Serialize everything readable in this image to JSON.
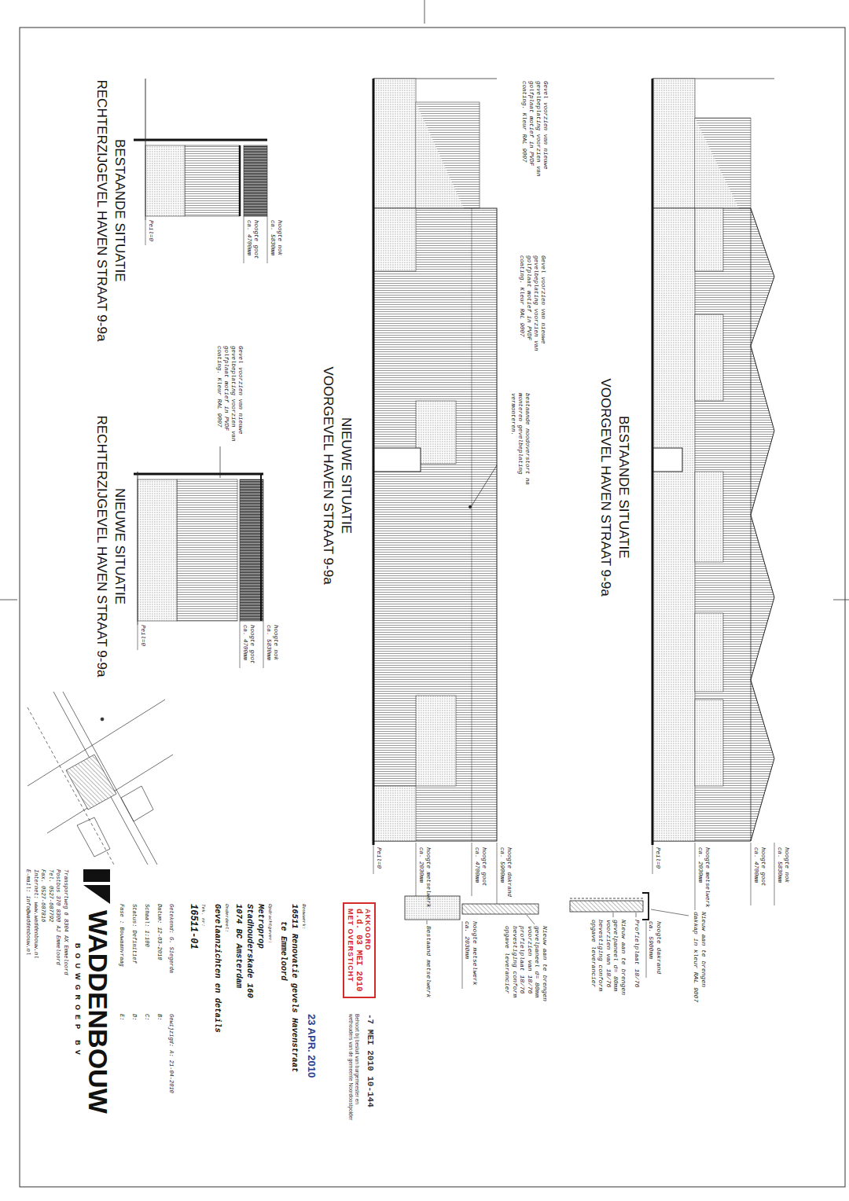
{
  "diagram": {
    "nodes": [
      {
        "text": [
          "AKKOORD",
          "d.d. 03 MEI 2010",
          "MET OVERSTICHT"
        ]
      }
    ],
    "labels": [
      "BESTAANDE SITUATIE",
      "VOORGEVEL HAVEN STRAAT 9-9a",
      "hoogte nok ca. 5830mm",
      "hoogte goot ca. 4700mm",
      "hoogte metselwerk ca. 2030mm",
      "Peil=0",
      "Gevel voorzien van nieuwe gevelbeplating voorzien van golfplaat motief in PVDF coating. Kleur RAL 9007",
      "Gevel voorzien van nieuwe gevelbeplating voorzien van golfplaat motief in PVDF coating. Kleur RAL 9007",
      "bestaande noodoverstort na monteren gevelbeplating vermonteren.",
      "NIEUWE SITUATIE",
      "VOORGEVEL HAVEN STRAAT 9-9a",
      "hoogte dakrand ca. 5900mm",
      "hoogte goot ca. 4700mm",
      "hoogte metselwerk ca. 2030mm",
      "Peil=0",
      "hoogte nok ca. 5830mm",
      "hoogte goot ca. 4700mm",
      "Peil=0",
      "BESTAANDE SITUATIE",
      "RECHTERZIJGEVEL HAVEN STRAAT 9-9a",
      "Gevel voorzien van nieuwe gevelbeplating voorzien van golfplaat motief in PVDF coating. Kleur RAL 9007",
      "hoogte nok ca. 5830mm",
      "hoogte goot ca. 4700mm",
      "Peil=0",
      "NIEUWE SITUATIE",
      "RECHTERZIJGEVEL HAVEN STRAAT 9-9a",
      "Nieuw aan te brengen dakkap in kleur RAL 9007",
      "hoogte dakrand ca. 5900mm",
      "Profielplaat 18/76",
      "Nieuw aan te brengen gevelpaneel d= 80mm voorzien van 18/76 bevestiging conform opgave leverancier",
      "hoogte metselwerk ca. 2030mm",
      "Nieuw aan te brengen gevelpaneel d= 80mm voorzien van 18/76 profielplaat 18/76 bevestiging conform opgave leverancier",
      "Bestaand metselwerk",
      "23 APR. 2010",
      "-7 MEI 2010 10-144",
      "Behoort bij besluit van burgemeester en wethouders van de gemeente Noordoostpolder",
      "Bouwwerk:",
      "16511 Renovatie gevels Havenstraat",
      "te Emmeloord",
      "Opdrachtgever:",
      "Metroprop",
      "Stadhouderskade 160",
      "1074 BC Amsterdam",
      "Onderdeel:",
      "Gevelaanzichten en details",
      "Tek. nr:",
      "16511-01",
      "Getekend: G. Siegerda",
      "Gewijzigd: A: 21-04-2010",
      "Datum: 12-03-2010",
      "B:",
      "Schaal: 1:100",
      "C:",
      "Status: Definitief",
      "D:",
      "Fase : Bouwaanvraag",
      "E:",
      "WADDENBOUW",
      "BOUWGROEP BV",
      "Transportweg 6 8304 AX Emmeloord",
      "Postbus 370 8300 AJ Emmeloord",
      "Tel. 0527-687792",
      "Fax. 0527-687816",
      "Internet: www.waddenbouw.nl",
      "E-mail: info@waddenbouw.nl"
    ]
  }
}
